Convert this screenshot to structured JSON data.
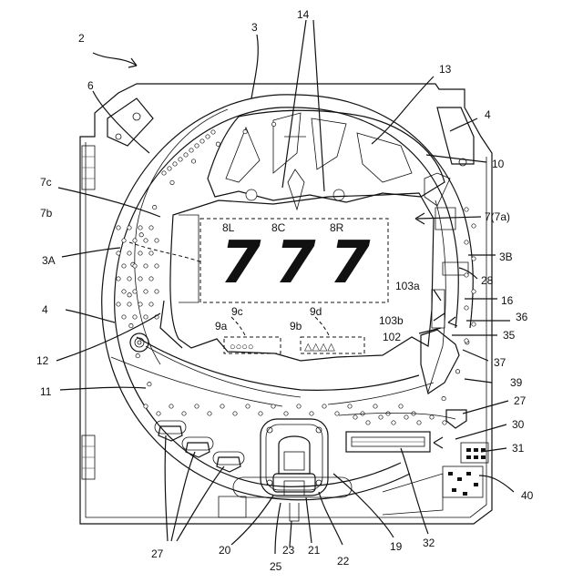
{
  "figure": {
    "labels": {
      "l2": "2",
      "l3": "3",
      "l14": "14",
      "l13": "13",
      "l6": "6",
      "l4_top": "4",
      "l10": "10",
      "l7c": "7c",
      "l7a": "7(7a)",
      "l7b": "7b",
      "l8L": "8L",
      "l8C": "8C",
      "l8R": "8R",
      "l3A": "3A",
      "l3B": "3B",
      "l28": "28",
      "l103a": "103a",
      "l16": "16",
      "l4_left": "4",
      "l9c": "9c",
      "l9d": "9d",
      "l103b": "103b",
      "l36": "36",
      "l102": "102",
      "l35": "35",
      "l9a": "9a",
      "l9b": "9b",
      "l12": "12",
      "l37": "37",
      "l39": "39",
      "l11": "11",
      "l27_right": "27",
      "l30": "30",
      "l31": "31",
      "l40": "40",
      "l27_bottom": "27",
      "l20": "20",
      "l25": "25",
      "l23": "23",
      "l21": "21",
      "l22": "22",
      "l19": "19",
      "l32": "32"
    },
    "display": {
      "digit_left": "7",
      "digit_center": "7",
      "digit_right": "7",
      "reserve_circles": "○○○○",
      "reserve_triangles": "△△△△"
    }
  }
}
